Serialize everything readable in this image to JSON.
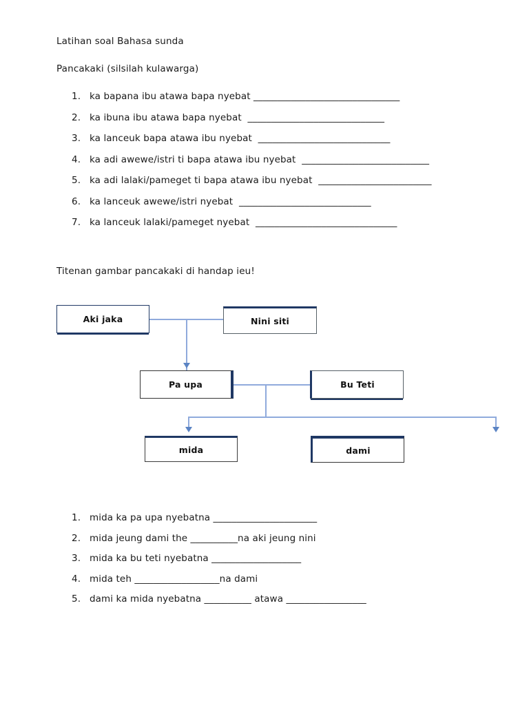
{
  "document": {
    "title": "Latihan soal Bahasa sunda",
    "subtitle": "Pancakaki (silsilah kulawarga)",
    "diagram_caption": "Titenan gambar pancakaki di handap ieu!"
  },
  "exercises_top": [
    {
      "num": "1.",
      "text": "ka bapana ibu atawa bapa nyebat _______________________________"
    },
    {
      "num": "2.",
      "text": "ka ibuna ibu atawa bapa nyebat  _____________________________"
    },
    {
      "num": "3.",
      "text": "ka lanceuk bapa atawa ibu nyebat  ____________________________"
    },
    {
      "num": "4.",
      "text": "ka adi awewe/istri ti bapa atawa ibu nyebat  ___________________________"
    },
    {
      "num": "5.",
      "text": "ka adi lalaki/pameget ti bapa atawa ibu nyebat  ________________________"
    },
    {
      "num": "6.",
      "text": "ka lanceuk awewe/istri nyebat  ____________________________"
    },
    {
      "num": "7.",
      "text": "ka lanceuk lalaki/pameget nyebat  ______________________________"
    }
  ],
  "exercises_bottom": [
    {
      "num": "1.",
      "text": "mida ka pa upa nyebatna ______________________"
    },
    {
      "num": "2.",
      "text": "mida jeung dami the __________na aki jeung nini"
    },
    {
      "num": "3.",
      "text": "mida ka bu teti nyebatna ___________________"
    },
    {
      "num": "4.",
      "text": "mida teh __________________na dami"
    },
    {
      "num": "5.",
      "text": "dami ka mida nyebatna __________ atawa _________________"
    }
  ],
  "family_tree": {
    "nodes": {
      "grandfather": "Aki jaka",
      "grandmother": "Nini siti",
      "father": "Pa upa",
      "mother": "Bu Teti",
      "child_one": "mida",
      "child_two": "dami"
    },
    "colors": {
      "connector": "#8faadc",
      "arrow": "#5b84c4",
      "box_accent": "#1f3864"
    }
  }
}
